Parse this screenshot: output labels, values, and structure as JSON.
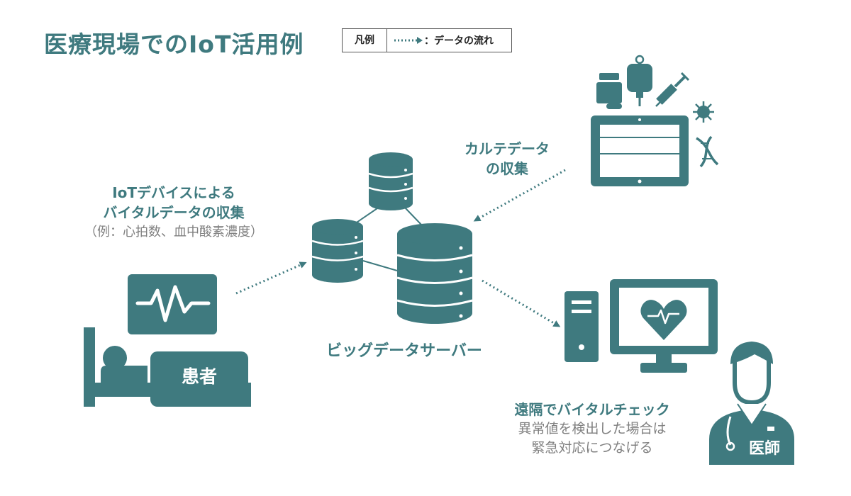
{
  "title": "医療現場でのIoT活用例",
  "legend": {
    "label": "凡例",
    "item": "：データの流れ"
  },
  "iot_label": {
    "line1": "IoTデバイスによる",
    "line2": "バイタルデータの収集",
    "line3": "（例：心拍数、血中酸素濃度）"
  },
  "karte_label": {
    "line1": "カルテデータ",
    "line2": "の収集"
  },
  "server_label": "ビッグデータサーバー",
  "patient_label": "患者",
  "doctor_label": "医師",
  "remote_label": {
    "line1": "遠隔でバイタルチェック",
    "line2": "異常値を検出した場合は",
    "line3": "緊急対応につなげる"
  },
  "colors": {
    "accent": "#3f7a7f",
    "grey_text": "#808080"
  }
}
